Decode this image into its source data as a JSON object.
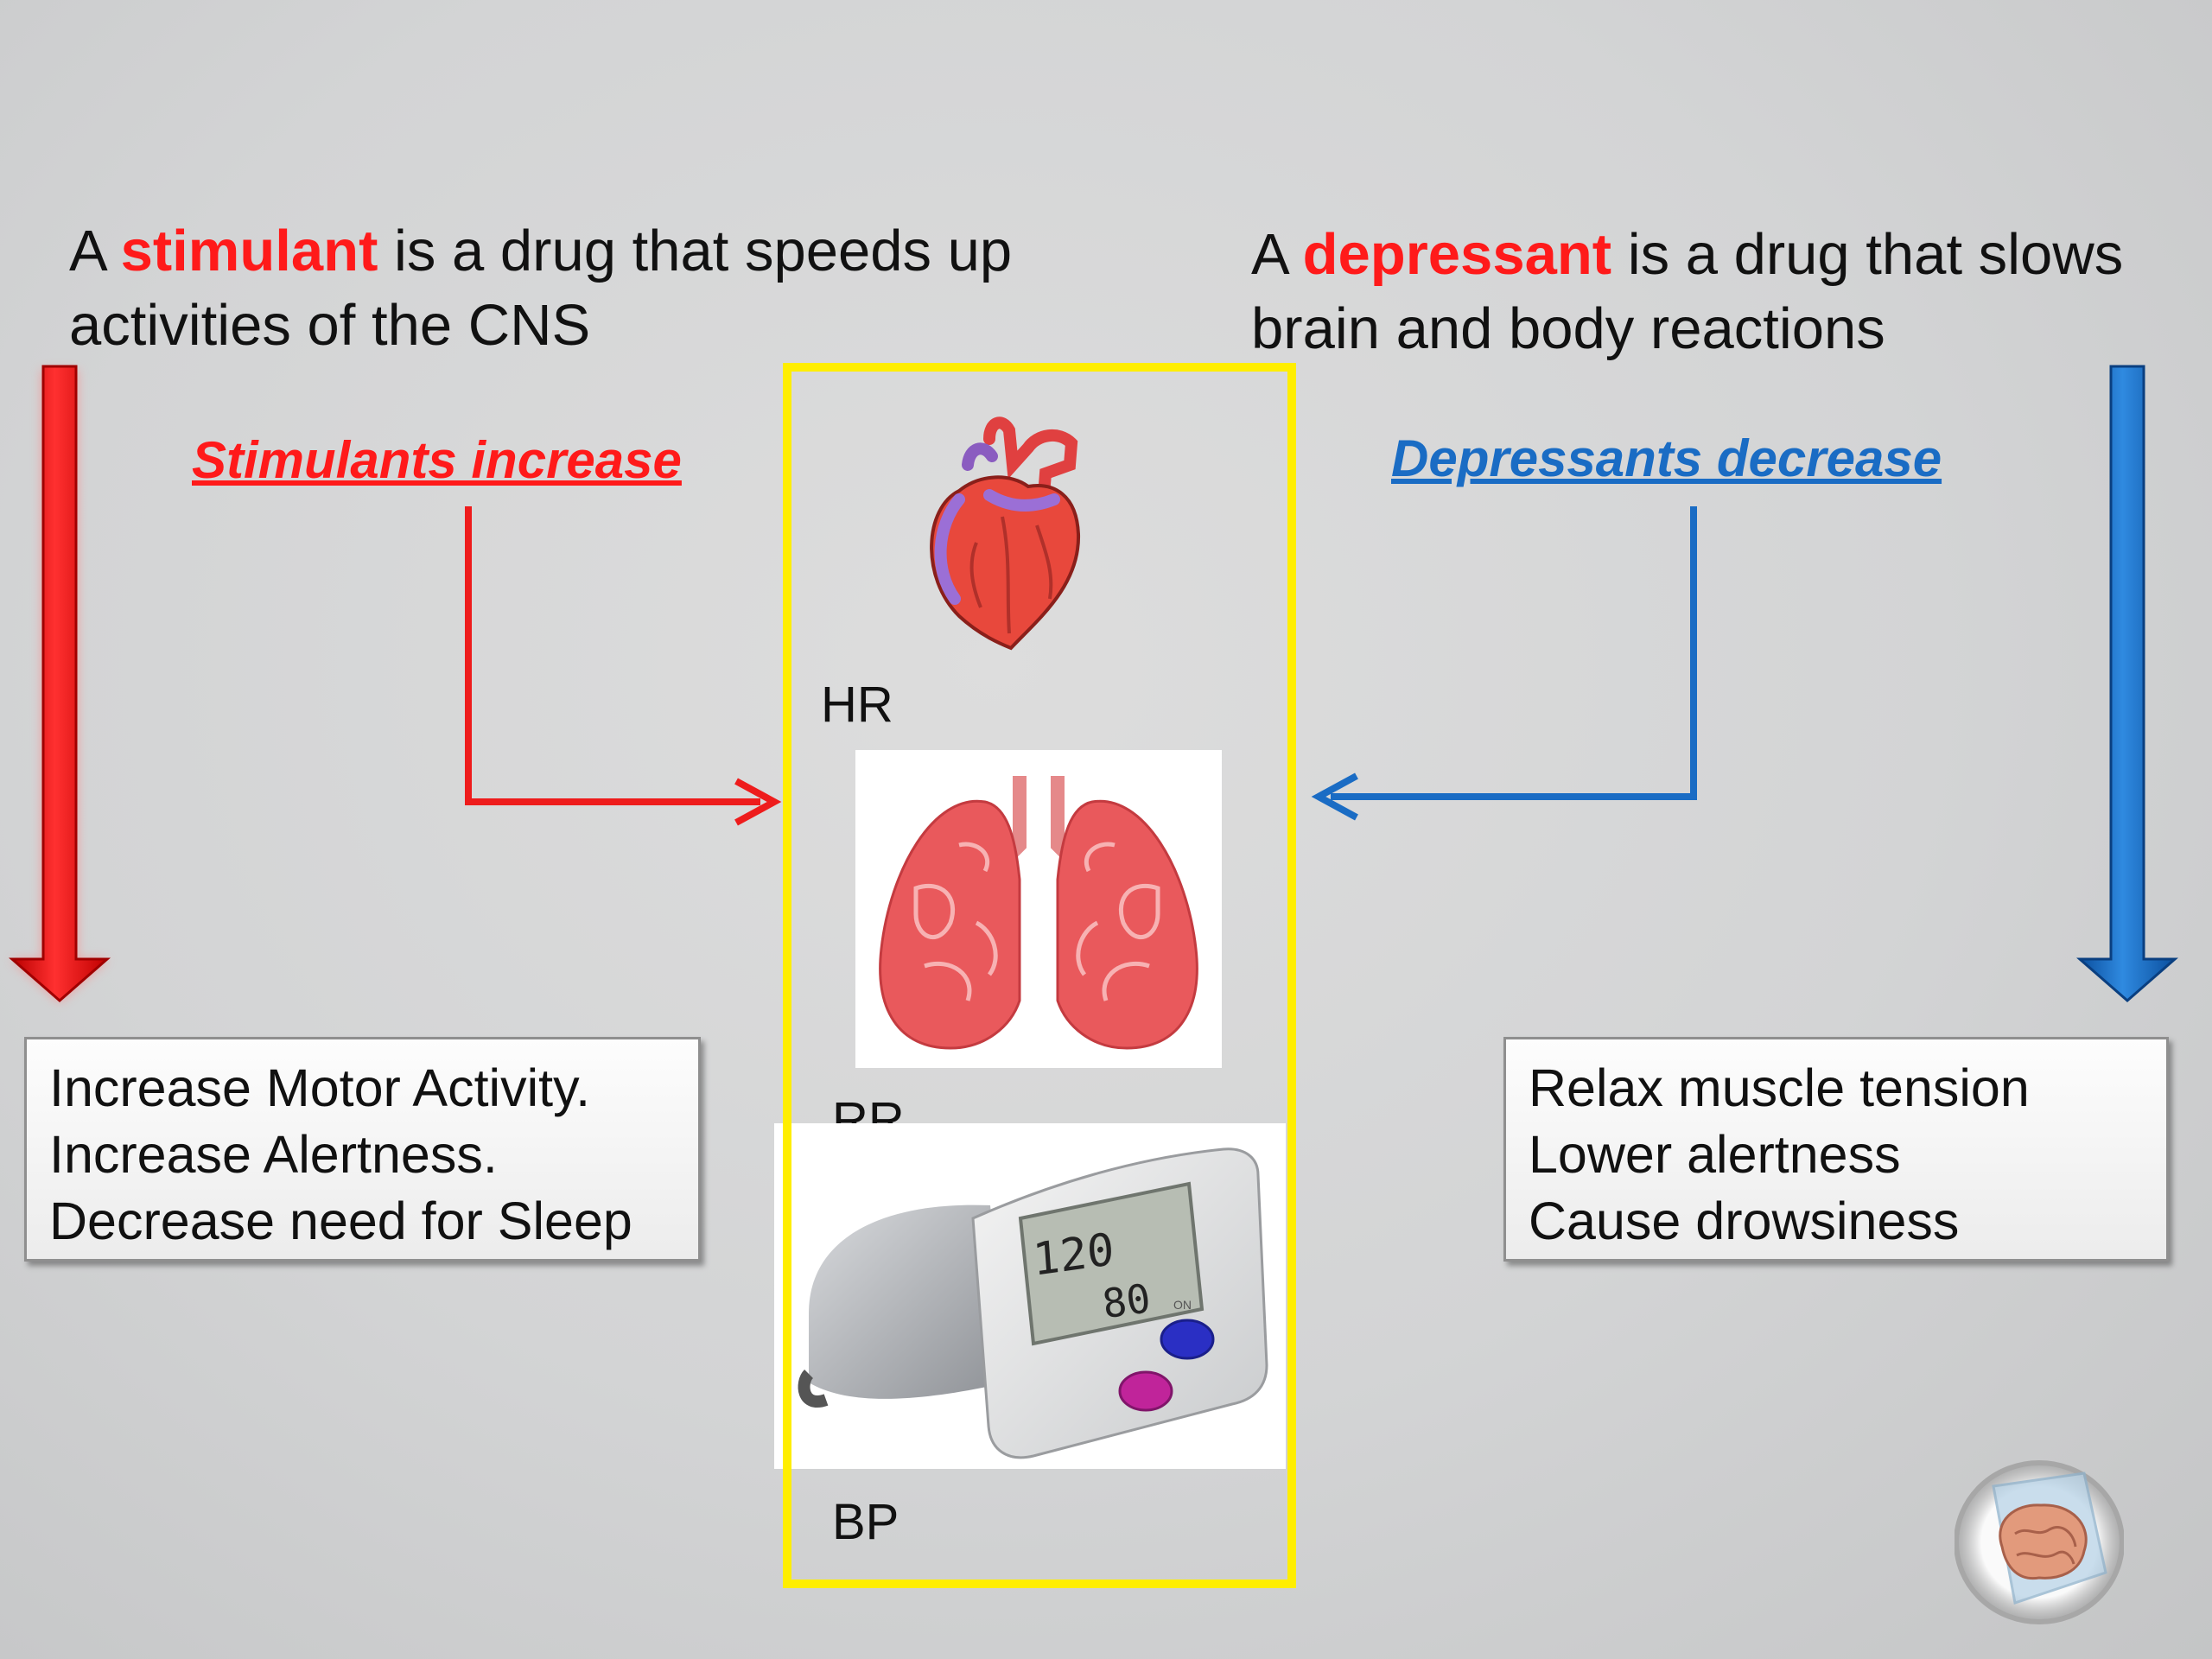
{
  "stimulant": {
    "definition_prefix": "A ",
    "definition_keyword": "stimulant",
    "definition_suffix": " is a drug that speeds up activities of the CNS",
    "subheading": "Stimulants increase",
    "effects": [
      "Increase Motor Activity.",
      "Increase Alertness.",
      "Decrease need for Sleep"
    ],
    "color": "#ff1a1a"
  },
  "depressant": {
    "definition_prefix": "A ",
    "definition_keyword": "depressant",
    "definition_suffix": " is a drug that slows brain and body reactions",
    "subheading": "Depressants decrease",
    "effects": [
      "Relax muscle tension",
      "Lower alertness",
      "Cause drowsiness"
    ],
    "color": "#1565c0"
  },
  "vitals": {
    "hr_label": "HR",
    "rr_label": "RR",
    "bp_label": "BP",
    "monitor_systolic": "120",
    "monitor_diastolic": "80",
    "monitor_on": "ON",
    "frame_color": "#ffee00"
  },
  "icons": [
    "heart-icon",
    "lungs-icon",
    "blood-pressure-monitor-icon",
    "brain-in-ice-icon"
  ]
}
